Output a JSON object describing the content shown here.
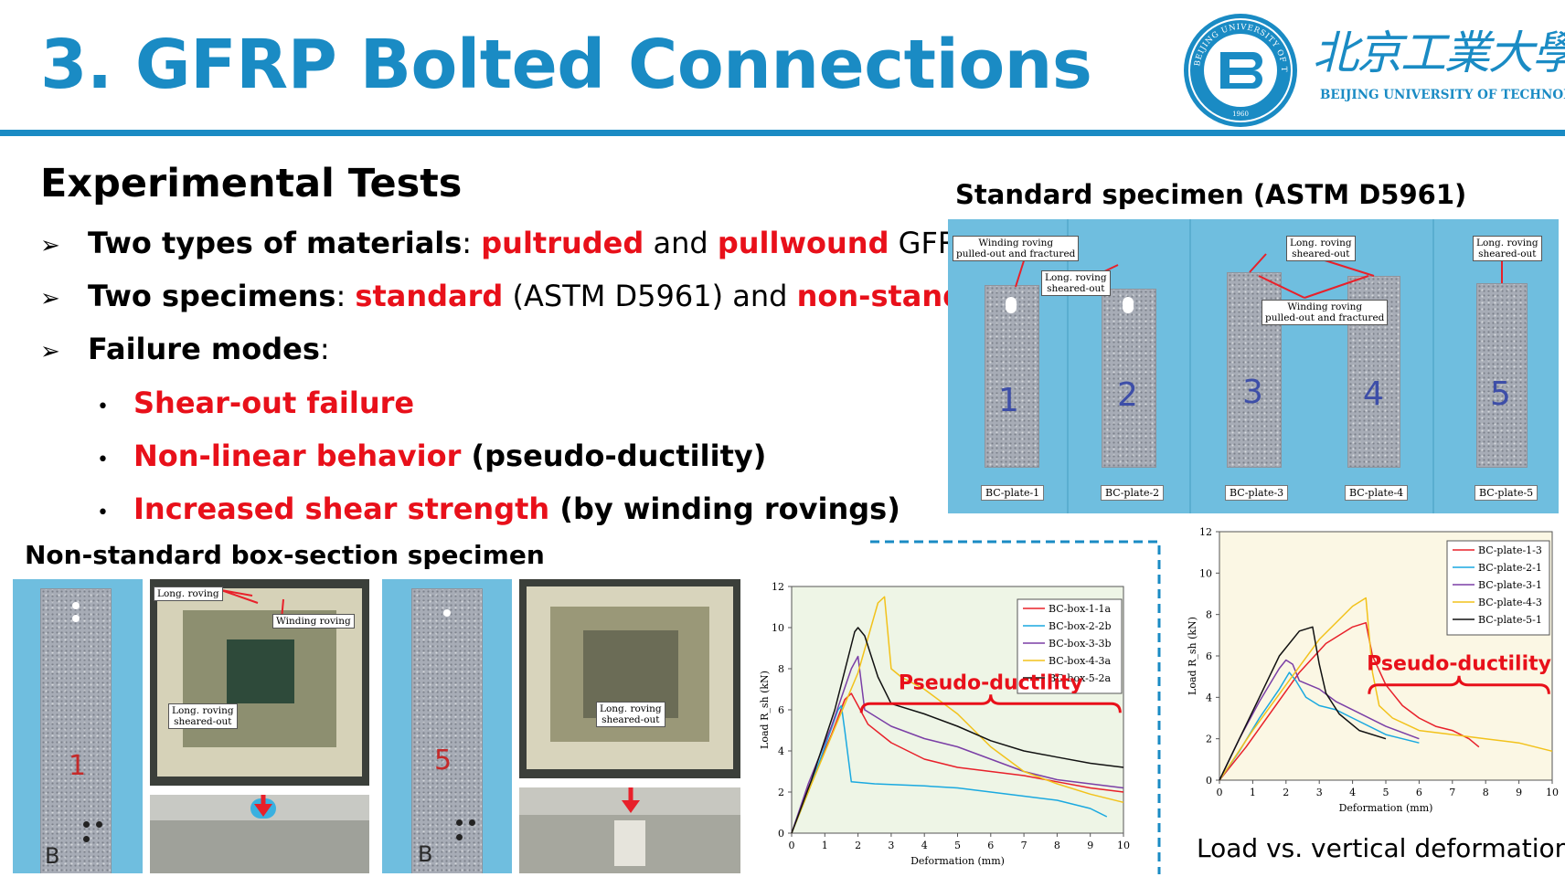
{
  "header": {
    "title": "3.  GFRP Bolted Connections",
    "logo_wordmark": "北京工業大學",
    "logo_english": "BEIJING UNIVERSITY OF TECHNOLOGY",
    "seal_text": "BEIJING UNIVERSITY OF TECHNOLOGY",
    "seal_year": "1960",
    "brand_color": "#1a8bc4"
  },
  "content": {
    "heading": "Experimental Tests",
    "bullets": [
      {
        "icon": "arrow-bullet-icon",
        "parts": [
          {
            "text": "Two types of materials",
            "style": "bold"
          },
          {
            "text": ": ",
            "style": "normal"
          },
          {
            "text": "pultruded",
            "style": "red"
          },
          {
            "text": " and ",
            "style": "normal"
          },
          {
            "text": "pullwound",
            "style": "red"
          },
          {
            "text": " GFRPs",
            "style": "normal"
          }
        ]
      },
      {
        "icon": "arrow-bullet-icon",
        "parts": [
          {
            "text": "Two specimens",
            "style": "bold"
          },
          {
            "text": ": ",
            "style": "normal"
          },
          {
            "text": "standard",
            "style": "red"
          },
          {
            "text": " (ASTM D5961) and ",
            "style": "normal"
          },
          {
            "text": "non-standard",
            "style": "red"
          }
        ]
      },
      {
        "icon": "arrow-bullet-icon",
        "parts": [
          {
            "text": "Failure modes",
            "style": "bold"
          },
          {
            "text": ":",
            "style": "normal"
          }
        ]
      }
    ],
    "sub_bullets": [
      {
        "parts": [
          {
            "text": "Shear-out failure",
            "style": "red"
          }
        ]
      },
      {
        "parts": [
          {
            "text": "Non-linear behavior",
            "style": "red"
          },
          {
            "text": " (pseudo-ductility)",
            "style": "bold"
          }
        ]
      },
      {
        "parts": [
          {
            "text": "Increased shear strength",
            "style": "red"
          },
          {
            "text": " (by winding rovings)",
            "style": "bold"
          }
        ]
      }
    ],
    "red_color": "#e8101a"
  },
  "standard_photo": {
    "caption": "Standard specimen (ASTM D5961)",
    "labels": {
      "winding_pulled_1": "Winding roving\npulled-out and fractured",
      "long_sheared_1": "Long. roving\nsheared-out",
      "long_sheared_2": "Long. roving\nsheared-out",
      "winding_pulled_2": "Winding roving\npulled-out and fractured",
      "long_sheared_3": "Long. roving\nsheared-out"
    },
    "plates": [
      "BC-plate-1",
      "BC-plate-2",
      "BC-plate-3",
      "BC-plate-4",
      "BC-plate-5"
    ],
    "handwritten": [
      "1",
      "2",
      "3",
      "4",
      "5"
    ]
  },
  "box_photo": {
    "caption": "Non-standard box-section specimen",
    "labels": {
      "long_roving": "Long. roving",
      "winding_roving": "Winding roving",
      "long_sheared_a": "Long. roving\nsheared-out",
      "long_sheared_b": "Long. roving\nsheared-out"
    },
    "handwritten": [
      "1",
      "5",
      "B",
      "B"
    ]
  },
  "chart_data": [
    {
      "type": "line",
      "xlabel": "Deformation (mm)",
      "ylabel": "Load R_sh (kN)",
      "xlim": [
        0,
        10
      ],
      "ylim": [
        0,
        12
      ],
      "xticks": [
        "0",
        "1",
        "2",
        "3",
        "4",
        "5",
        "6",
        "7",
        "8",
        "9",
        "10"
      ],
      "yticks": [
        "0",
        "2",
        "4",
        "6",
        "8",
        "10",
        "12"
      ],
      "grid": false,
      "legend": "top-right",
      "annotation": "Pseudo-ductility",
      "brace": {
        "x_start": 2.1,
        "x_end": 9.9,
        "y": 6.3
      },
      "series": [
        {
          "name": "BC-box-1-1a",
          "color": "#e8202a",
          "x": [
            0,
            0.5,
            1.2,
            1.6,
            1.8,
            2.0,
            2.3,
            3,
            4,
            5,
            6,
            7,
            8,
            9,
            10
          ],
          "y": [
            0,
            2.2,
            4.8,
            6.5,
            6.8,
            6.2,
            5.3,
            4.4,
            3.6,
            3.2,
            3.0,
            2.8,
            2.5,
            2.2,
            2.0
          ]
        },
        {
          "name": "BC-box-2-2b",
          "color": "#1aa9e0",
          "x": [
            0,
            0.5,
            1.0,
            1.4,
            1.5,
            1.6,
            1.8,
            2.5,
            4,
            5,
            6,
            7,
            8,
            9,
            9.5
          ],
          "y": [
            0,
            2.0,
            4.2,
            6.0,
            6.2,
            5.0,
            2.5,
            2.4,
            2.3,
            2.2,
            2.0,
            1.8,
            1.6,
            1.2,
            0.8
          ]
        },
        {
          "name": "BC-box-3-3b",
          "color": "#7b3fa6",
          "x": [
            0,
            0.5,
            1.2,
            1.8,
            2.0,
            2.2,
            3,
            4,
            5,
            6,
            7,
            8,
            9,
            10
          ],
          "y": [
            0,
            2.4,
            5.2,
            8.0,
            8.6,
            6.0,
            5.2,
            4.6,
            4.2,
            3.6,
            3.0,
            2.6,
            2.4,
            2.2
          ]
        },
        {
          "name": "BC-box-4-3a",
          "color": "#f2c21b",
          "x": [
            0,
            0.6,
            1.4,
            2.0,
            2.6,
            2.8,
            3.0,
            3.3,
            4,
            5,
            6,
            7,
            8,
            9,
            10
          ],
          "y": [
            0,
            2.4,
            5.5,
            7.8,
            11.2,
            11.5,
            8.0,
            7.6,
            7.0,
            5.8,
            4.2,
            3.0,
            2.4,
            1.9,
            1.5
          ]
        },
        {
          "name": "BC-box-5-2a",
          "color": "#111111",
          "x": [
            0,
            0.6,
            1.3,
            1.9,
            2.0,
            2.2,
            2.6,
            3,
            4,
            5,
            6,
            7,
            8,
            9,
            10
          ],
          "y": [
            0,
            2.6,
            6.0,
            9.8,
            10.0,
            9.6,
            7.6,
            6.3,
            5.8,
            5.2,
            4.5,
            4.0,
            3.7,
            3.4,
            3.2
          ]
        }
      ]
    },
    {
      "type": "line",
      "xlabel": "Deformation (mm)",
      "ylabel": "Load R_sh (kN)",
      "xlim": [
        0,
        10
      ],
      "ylim": [
        0,
        12
      ],
      "xticks": [
        "0",
        "1",
        "2",
        "3",
        "4",
        "5",
        "6",
        "7",
        "8",
        "9",
        "10"
      ],
      "yticks": [
        "0",
        "2",
        "4",
        "6",
        "8",
        "10",
        "12"
      ],
      "grid": false,
      "legend": "top-right",
      "annotation": "Pseudo-ductility",
      "brace": {
        "x_start": 4.5,
        "x_end": 9.9,
        "y": 4.6
      },
      "caption": "Load vs. vertical deformation",
      "series": [
        {
          "name": "BC-plate-1-3",
          "color": "#e8202a",
          "x": [
            0,
            0.8,
            1.6,
            2.4,
            3.2,
            4.0,
            4.4,
            4.6,
            5.0,
            5.5,
            6,
            6.5,
            7,
            7.5,
            7.8
          ],
          "y": [
            0,
            1.6,
            3.4,
            5.2,
            6.6,
            7.4,
            7.6,
            6.0,
            4.6,
            3.6,
            3.0,
            2.6,
            2.4,
            2.0,
            1.6
          ]
        },
        {
          "name": "BC-plate-2-1",
          "color": "#1aa9e0",
          "x": [
            0,
            0.6,
            1.2,
            1.8,
            2.1,
            2.3,
            2.6,
            3,
            3.5,
            4,
            5,
            6
          ],
          "y": [
            0,
            1.4,
            3.0,
            4.4,
            5.2,
            4.8,
            4.0,
            3.6,
            3.4,
            3.0,
            2.2,
            1.8
          ]
        },
        {
          "name": "BC-plate-3-1",
          "color": "#7b3fa6",
          "x": [
            0,
            0.6,
            1.2,
            1.8,
            2.0,
            2.2,
            2.4,
            3,
            3.5,
            4,
            5,
            6
          ],
          "y": [
            0,
            2.0,
            3.8,
            5.4,
            5.8,
            5.6,
            4.8,
            4.4,
            3.8,
            3.4,
            2.6,
            2.0
          ]
        },
        {
          "name": "BC-plate-4-3",
          "color": "#f2c21b",
          "x": [
            0,
            1,
            2,
            3,
            4,
            4.4,
            4.6,
            4.8,
            5.2,
            6,
            7,
            8,
            9,
            10
          ],
          "y": [
            0,
            2.4,
            4.6,
            6.8,
            8.4,
            8.8,
            5.2,
            3.6,
            3.0,
            2.4,
            2.2,
            2.0,
            1.8,
            1.4
          ]
        },
        {
          "name": "BC-plate-5-1",
          "color": "#111111",
          "x": [
            0,
            0.6,
            1.2,
            1.8,
            2.4,
            2.8,
            3.0,
            3.2,
            3.6,
            4.2,
            5
          ],
          "y": [
            0,
            2.0,
            4.0,
            6.0,
            7.2,
            7.4,
            5.6,
            4.2,
            3.2,
            2.4,
            2.0
          ]
        }
      ]
    }
  ]
}
